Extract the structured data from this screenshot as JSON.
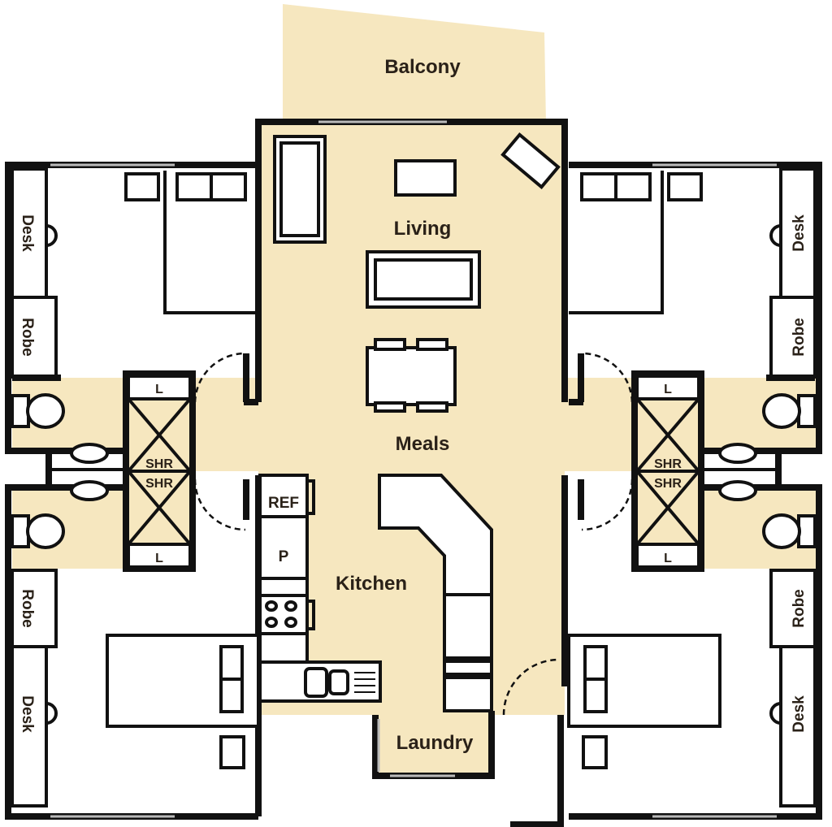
{
  "rooms": {
    "balcony": "Balcony",
    "living": "Living",
    "meals": "Meals",
    "kitchen": "Kitchen",
    "laundry": "Laundry"
  },
  "fixtures": {
    "desk": "Desk",
    "robe": "Robe",
    "linen": "L",
    "shower": "SHR",
    "fridge": "REF",
    "pantry": "P"
  },
  "colors": {
    "common_area": "#f6e7bf",
    "walls": "#111111"
  }
}
